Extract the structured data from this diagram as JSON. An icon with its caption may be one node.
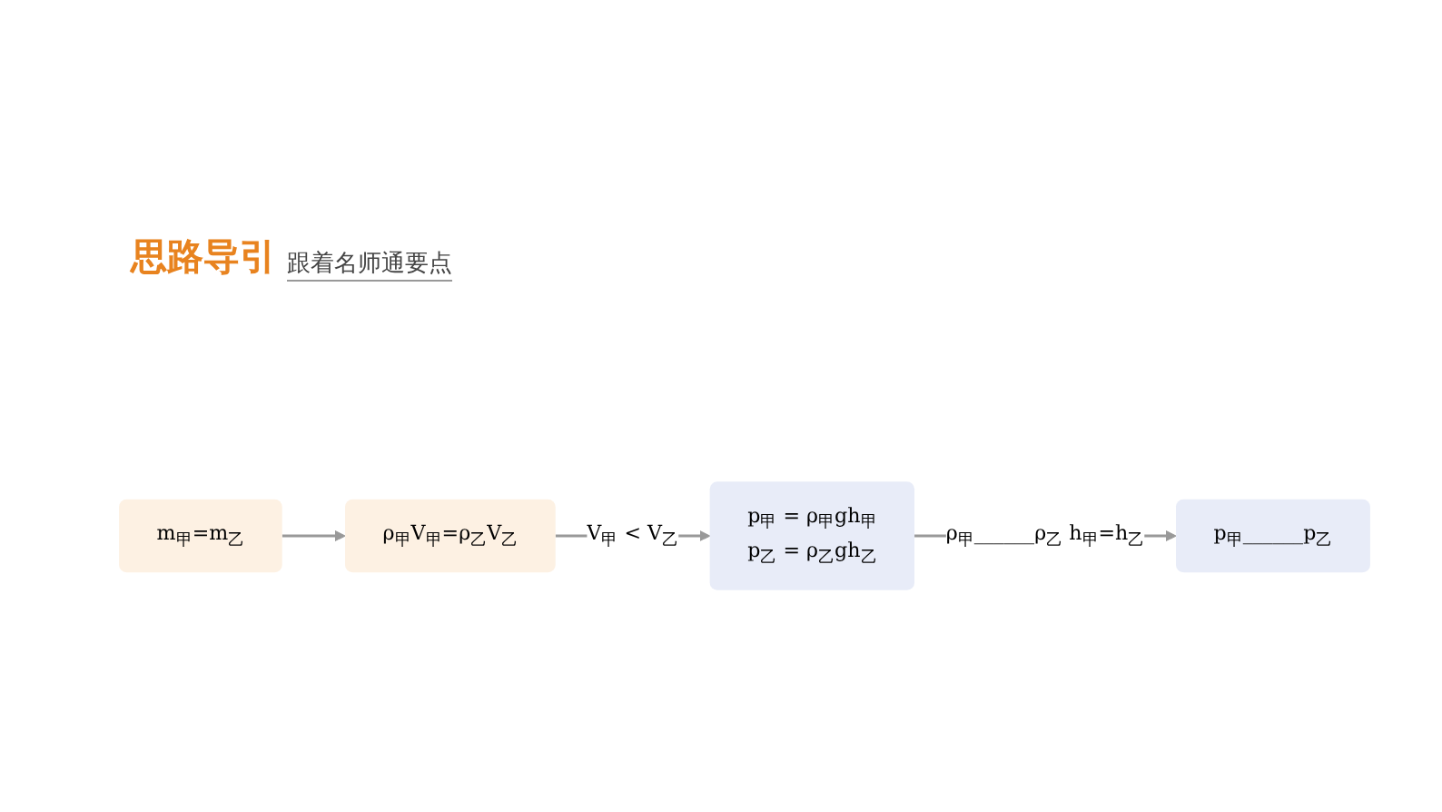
{
  "diagram": {
    "title": "思路导引",
    "nodes": [
      {
        "text": [
          "m$_{甲}$=m$_{乙}$"
        ]
      },
      {
        "text": [
          "ρ$_{甲}$V$_{甲}$=ρ$_{乙}$V$_{乙}$"
        ]
      },
      {
        "text": [
          "p$_{甲}$ = ρ$_{甲}$gh$_{甲}$",
          "p$_{乙}$ = ρ$_{乙}$gh$_{乙}$"
        ]
      },
      {
        "text": [
          "p$_{甲}$______p$_{乙}$"
        ]
      }
    ],
    "edges": [
      {
        "from": 0,
        "to": 1,
        "arrow": "to"
      },
      {
        "from": 1,
        "to": 2,
        "arrow": "to",
        "label": "V$_{甲}$ < V$_{乙}$"
      },
      {
        "from": 2,
        "to": 3,
        "arrow": "to",
        "label": "ρ$_{甲}$______ρ$_{乙}$ h$_{甲}$=h$_{乙}$"
      }
    ],
    "labels": [
      "跟着名师通要点"
    ]
  }
}
